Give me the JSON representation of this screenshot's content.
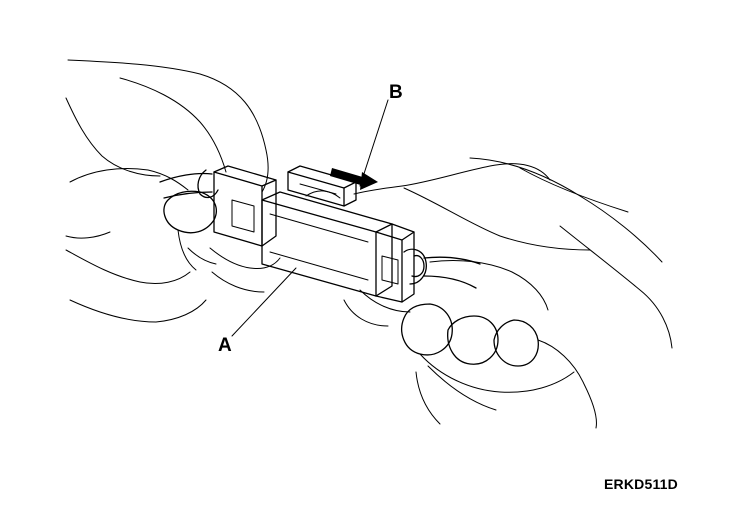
{
  "labels": {
    "connector": "A",
    "lock_tab": "B"
  },
  "figure_code": "ERKD511D",
  "colors": {
    "background": "#ffffff",
    "line": "#000000"
  }
}
